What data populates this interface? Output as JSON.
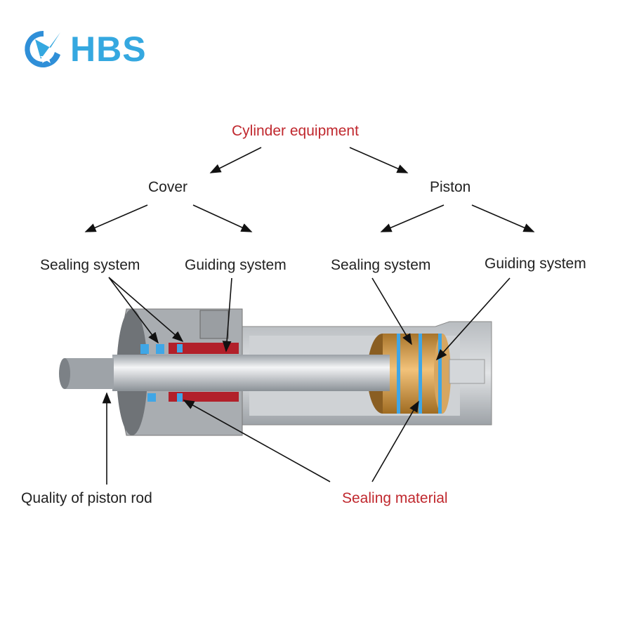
{
  "logo": {
    "text": "HBS",
    "color": "#35a8e0"
  },
  "diagram": {
    "root": "Cylinder equipment",
    "branches": [
      {
        "label": "Cover",
        "children": [
          "Sealing system",
          "Guiding system"
        ]
      },
      {
        "label": "Piston",
        "children": [
          "Sealing system",
          "Guiding system"
        ]
      }
    ],
    "bottom_labels": {
      "rod": "Quality of piston rod",
      "material": "Sealing material"
    },
    "colors": {
      "highlight": "#c0282e",
      "text": "#222222",
      "seal": "#3fa6e6",
      "bronze": "#c8953a"
    }
  }
}
